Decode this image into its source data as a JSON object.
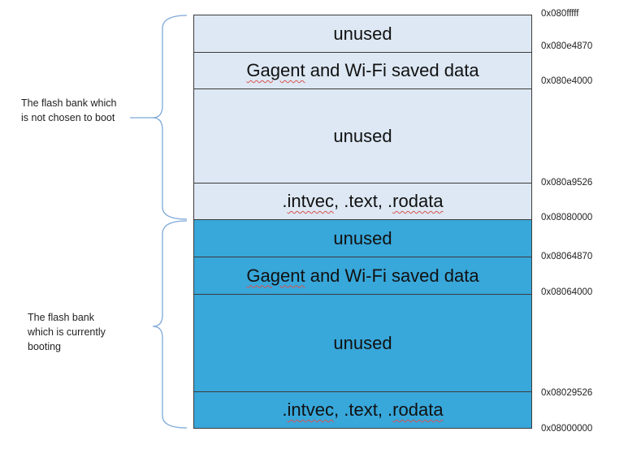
{
  "colors": {
    "upper_bank_fill": "#dde8f4",
    "lower_bank_fill": "#38a7da",
    "border": "#3c3c3c",
    "brace": "#7ea9d8",
    "spellcheck_underline": "#d9534f"
  },
  "labels": {
    "not_chosen_bank": "The flash bank which\nis not chosen to boot",
    "currently_booting_bank": "The flash bank\nwhich is currently\nbooting"
  },
  "banks": {
    "upper": {
      "blocks": [
        {
          "label": "unused"
        },
        {
          "label": "Gagent and Wi-Fi saved data"
        },
        {
          "label": "unused"
        },
        {
          "label": ".intvec, .text, .rodata"
        }
      ]
    },
    "lower": {
      "blocks": [
        {
          "label": "unused"
        },
        {
          "label": "Gagent and Wi-Fi saved data"
        },
        {
          "label": "unused"
        },
        {
          "label": ".intvec, .text, .rodata"
        }
      ]
    }
  },
  "addresses": [
    "0x080fffff",
    "0x080e4870",
    "0x080e4000",
    "0x080a9526",
    "0x08080000",
    "0x08064870",
    "0x08064000",
    "0x08029526",
    "0x08000000"
  ]
}
